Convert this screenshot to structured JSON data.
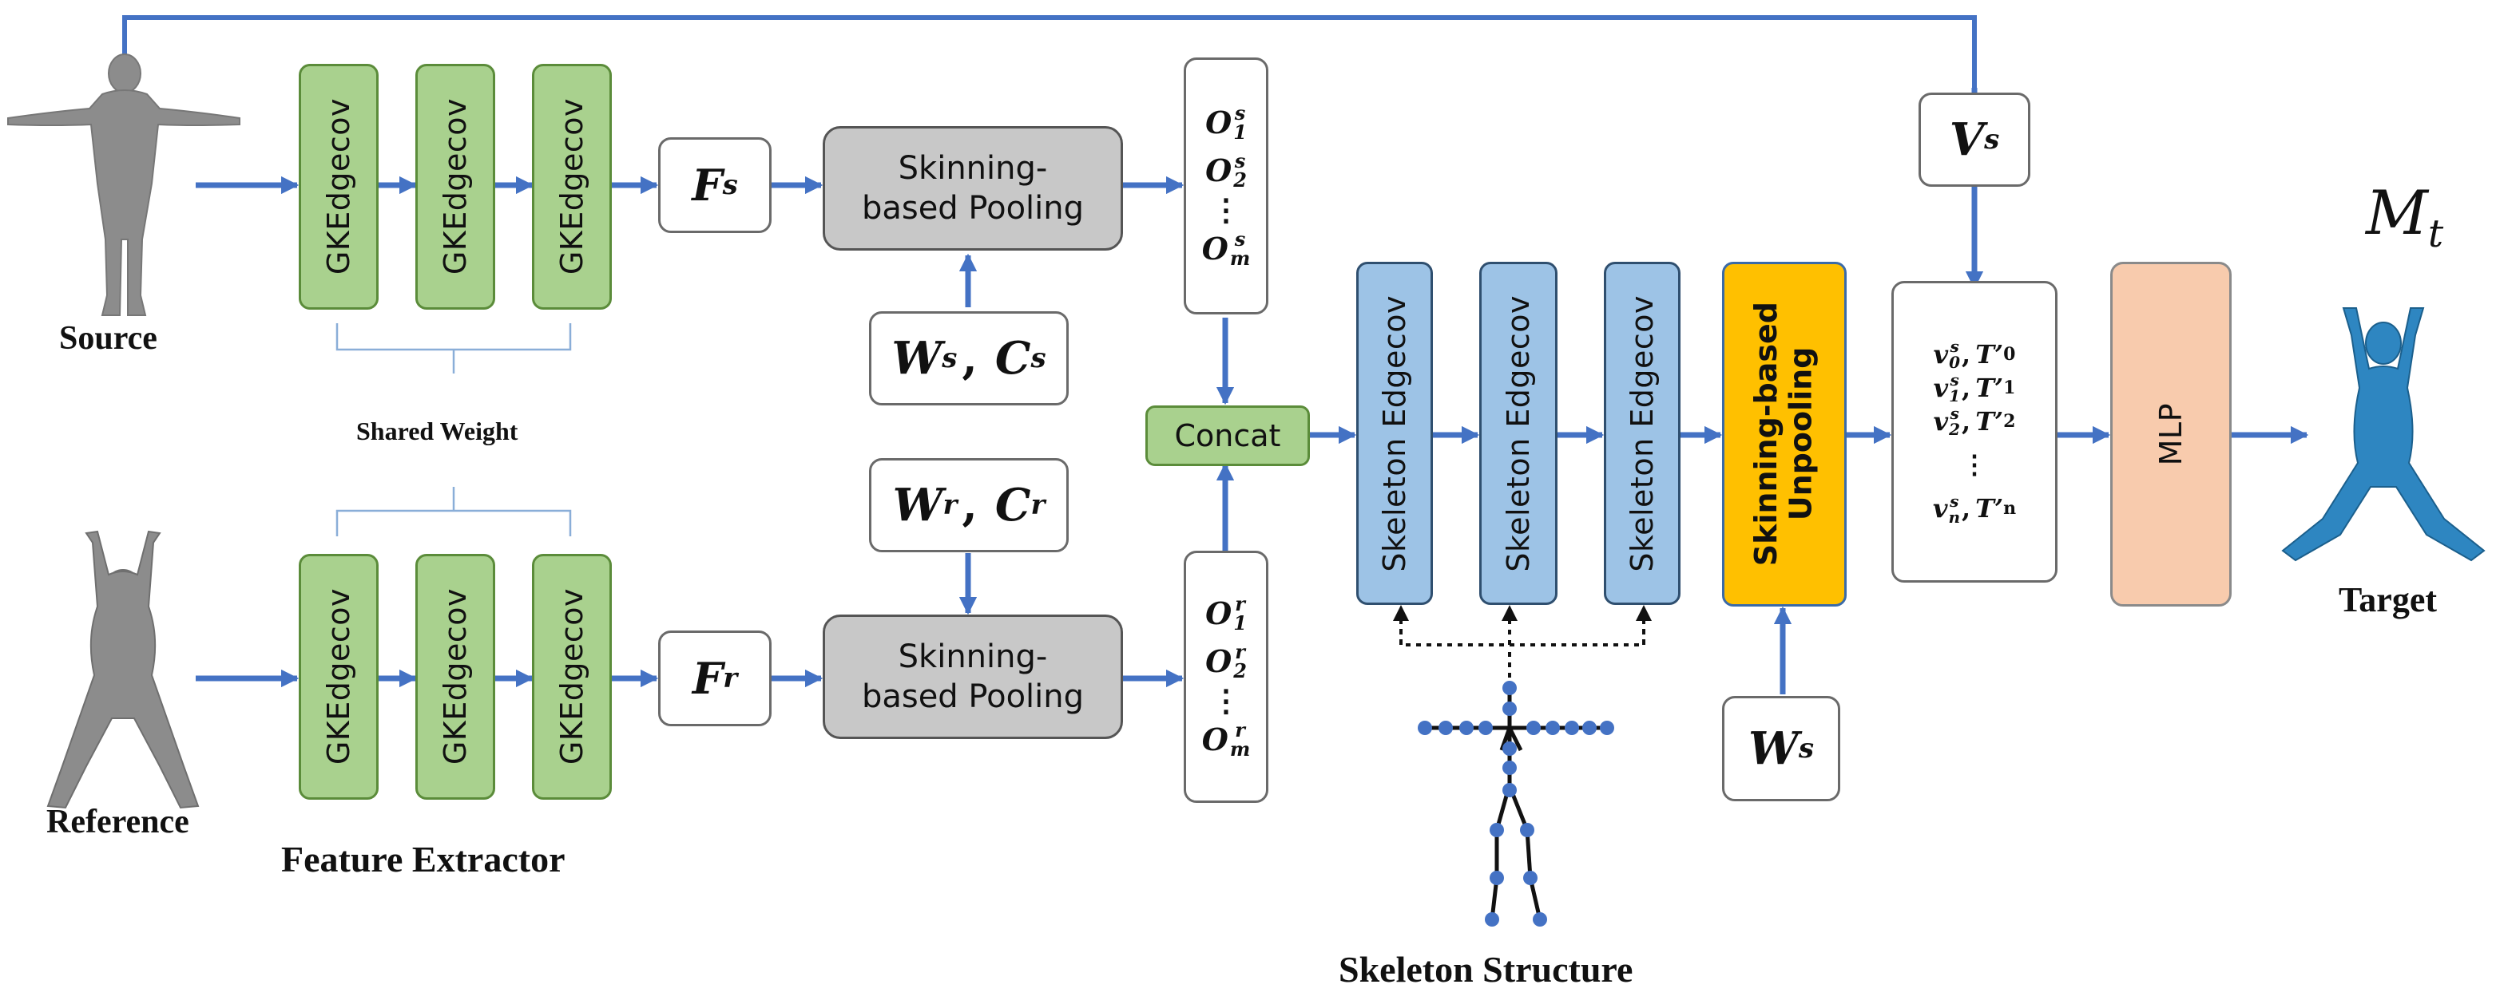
{
  "labels": {
    "source": "Source",
    "reference": "Reference",
    "target": "Target",
    "shared_weight": "Shared Weight",
    "feature_extractor": "Feature Extractor",
    "skeleton_structure": "Skeleton Structure",
    "mt": "M",
    "mt_sub": "t"
  },
  "blocks": {
    "gkedgecov": "GKEdgecov",
    "skeleton_edgecov": "Skeleton Edgecov",
    "pool_line1": "Skinning-",
    "pool_line2": "based Pooling",
    "concat": "Concat",
    "unpool_line1": "Skinning-based",
    "unpool_line2": "Unpooling",
    "mlp": "MLP"
  },
  "symbols": {
    "fs": {
      "base": "F",
      "sup": "s"
    },
    "fr": {
      "base": "F",
      "sup": "r"
    },
    "vs": {
      "base": "V",
      "sup": "s"
    },
    "ws_bottom": {
      "base": "W",
      "sup": "s"
    },
    "ws_cs": {
      "w": "W",
      "w_sup": "s",
      "sep": ",",
      "c": "C",
      "c_sup": "s"
    },
    "wr_cr": {
      "w": "W",
      "w_sup": "r",
      "sep": ",",
      "c": "C",
      "c_sup": "r"
    }
  },
  "o_source": [
    {
      "base": "O",
      "sup": "s",
      "sub": "1"
    },
    {
      "base": "O",
      "sup": "s",
      "sub": "2"
    },
    {
      "dots": "⋮"
    },
    {
      "base": "O",
      "sup": "s",
      "sub": "m"
    }
  ],
  "o_reference": [
    {
      "base": "O",
      "sup": "r",
      "sub": "1"
    },
    {
      "base": "O",
      "sup": "r",
      "sub": "2"
    },
    {
      "dots": "⋮"
    },
    {
      "base": "O",
      "sup": "r",
      "sub": "m"
    }
  ],
  "v_list": [
    {
      "v": "v",
      "sup": "s",
      "sub": "0",
      "t": "T’",
      "tsub": "0"
    },
    {
      "v": "v",
      "sup": "s",
      "sub": "1",
      "t": "T’",
      "tsub": "1"
    },
    {
      "v": "v",
      "sup": "s",
      "sub": "2",
      "t": "T’",
      "tsub": "2"
    },
    {
      "dots": "⋮"
    },
    {
      "v": "v",
      "sup": "s",
      "sub": "n",
      "t": "T’",
      "tsub": "n"
    }
  ],
  "colors": {
    "arrow": "#4472c4",
    "green": "#a9d18e",
    "blue": "#9dc3e6",
    "yellow": "#ffc000",
    "peach": "#f8cbad",
    "gray": "#c8c8c8",
    "figure_gray": "#8c8c8c",
    "figure_blue": "#2e86c1",
    "skeleton_dot": "#4472c4"
  }
}
